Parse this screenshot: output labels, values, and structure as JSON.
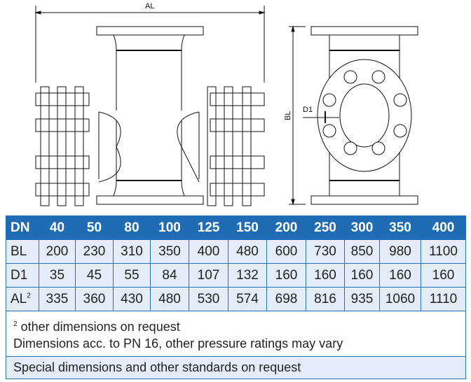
{
  "drawing": {
    "label_al": "AL",
    "label_bl": "BL",
    "label_d1": "D1"
  },
  "table": {
    "header": [
      "DN",
      "40",
      "50",
      "80",
      "100",
      "125",
      "150",
      "200",
      "250",
      "300",
      "350",
      "400"
    ],
    "rows": [
      {
        "label": "BL",
        "sup": "",
        "values": [
          "200",
          "230",
          "310",
          "350",
          "400",
          "480",
          "600",
          "730",
          "850",
          "980",
          "1100"
        ]
      },
      {
        "label": "D1",
        "sup": "",
        "values": [
          "35",
          "45",
          "55",
          "84",
          "107",
          "132",
          "160",
          "160",
          "160",
          "160",
          "160"
        ]
      },
      {
        "label": "AL",
        "sup": "2",
        "values": [
          "335",
          "360",
          "430",
          "480",
          "530",
          "574",
          "698",
          "816",
          "935",
          "1060",
          "1110"
        ]
      }
    ],
    "note_sup": "2",
    "note_1": "other dimensions on request",
    "note_2": "Dimensions acc. to PN 16, other pressure ratings may vary",
    "special": "Special dimensions and other standards on request"
  },
  "colors": {
    "header": "#1f6cb4",
    "row": "#e3ecf7",
    "border": "#2a6fb2"
  }
}
